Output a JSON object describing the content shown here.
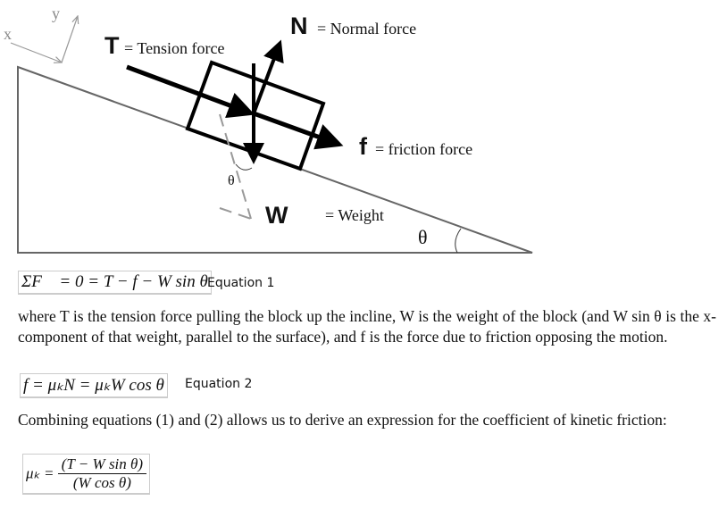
{
  "diagram": {
    "axis_x": "x",
    "axis_y": "y",
    "T_symbol": "T",
    "T_label": "= Tension force",
    "N_symbol": "N",
    "N_label": "= Normal force",
    "f_symbol": "f",
    "f_label": "= friction force",
    "W_symbol": "W",
    "W_label": "= Weight",
    "theta_small": "θ",
    "theta_incline": "θ"
  },
  "equation1": {
    "expr": "ΣF⃗ = 0 = T − f − W sin θ",
    "label": "Equation 1"
  },
  "paragraph1": "where T is the tension force pulling the block up the incline, W is the weight of the block (and W sin θ is the x-component of that weight, parallel to the surface), and f is the force due to friction opposing the motion.",
  "equation2": {
    "expr": "f = μₖN = μₖW cos θ",
    "label": "Equation 2"
  },
  "paragraph2": "Combining equations (1) and (2) allows us to derive an expression for the coefficient of kinetic friction:",
  "equation3": {
    "lhs": "μₖ =",
    "numerator": "(T − W sin θ)",
    "denominator": "(W cos θ)"
  }
}
